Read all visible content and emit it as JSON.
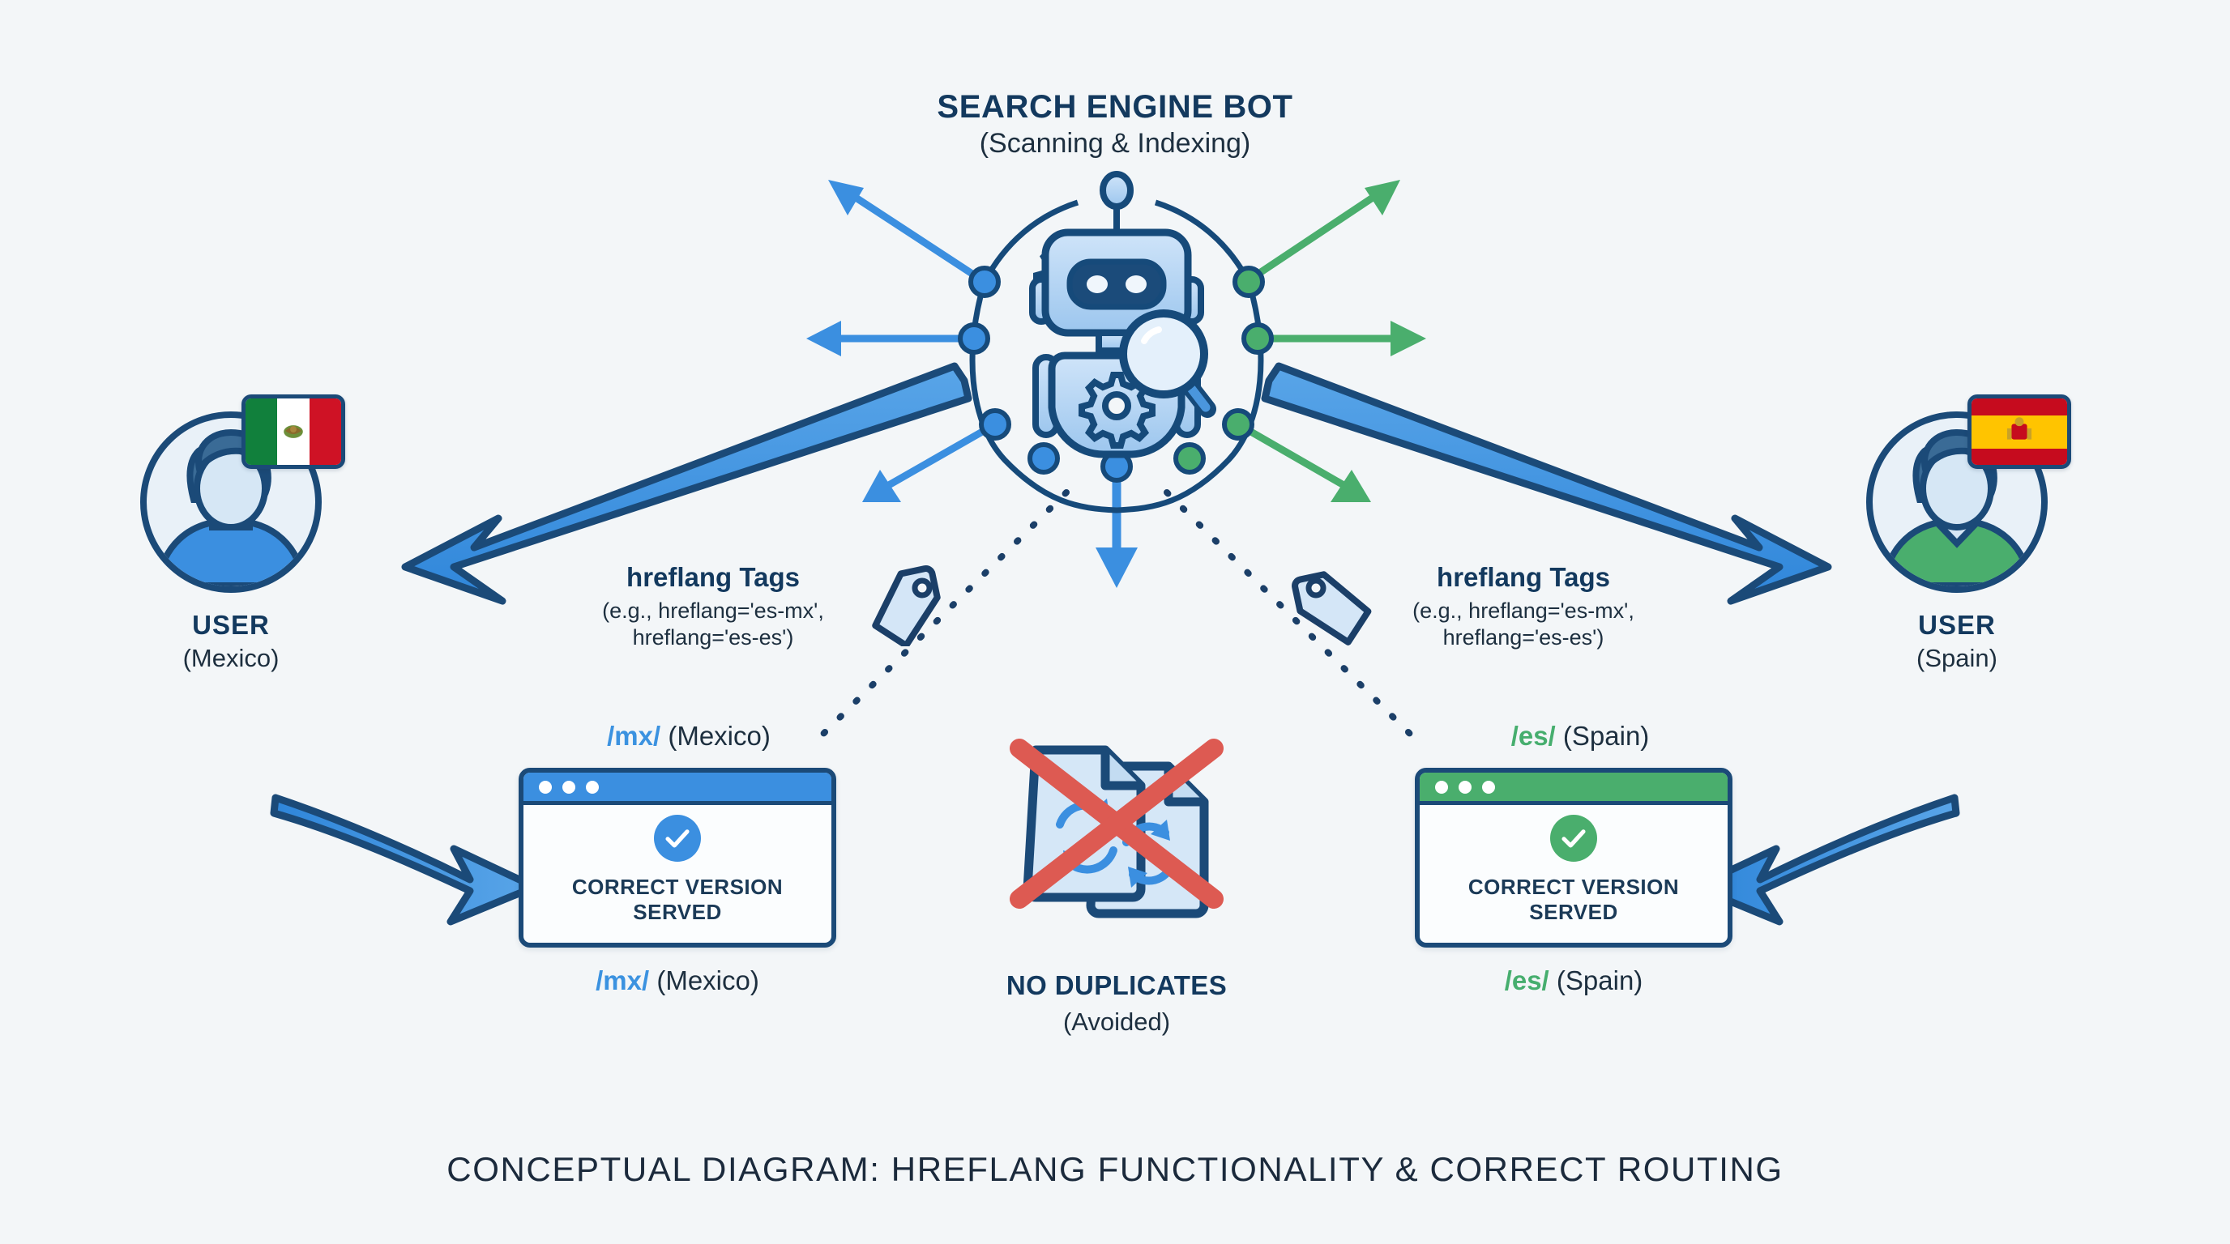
{
  "canvas": {
    "background": "#f3f6f8"
  },
  "palette": {
    "navy": "#13395e",
    "outline": "#1b4a78",
    "blue": "#3b8fe0",
    "blue_light": "#a9cdf0",
    "green": "#4aae6d",
    "red": "#d9534f",
    "text": "#1d2f3f"
  },
  "header": {
    "title": "SEARCH ENGINE BOT",
    "subtitle": "(Scanning & Indexing)",
    "icon": "robot-icon"
  },
  "users": [
    {
      "id": "user-mexico",
      "name": "USER",
      "region": "(Mexico)",
      "flag": "mexico-flag-icon",
      "shirt_color": "#3b8fe0"
    },
    {
      "id": "user-spain",
      "name": "USER",
      "region": "(Spain)",
      "flag": "spain-flag-icon",
      "shirt_color": "#4aae6d"
    }
  ],
  "hreflang_tags": [
    {
      "id": "hreflang-tag-left",
      "title": "hreflang Tags",
      "line1": "(e.g., hreflang='es-mx',",
      "line2": "hreflang='es-es')",
      "icon": "tag-icon"
    },
    {
      "id": "hreflang-tag-right",
      "title": "hreflang Tags",
      "line1": "(e.g., hreflang='es-mx',",
      "line2": "hreflang='es-es')",
      "icon": "tag-icon"
    }
  ],
  "browsers": [
    {
      "id": "browser-mx",
      "slug": "/mx/",
      "region": "(Mexico)",
      "accent": "#3b8fe0",
      "status_line1": "CORRECT VERSION",
      "status_line2": "SERVED",
      "status_icon": "check-circle-icon",
      "top_label_slug": "/mx/",
      "top_label_region": "(Mexico)",
      "bottom_label_slug": "/mx/",
      "bottom_label_region": "(Mexico)"
    },
    {
      "id": "browser-es",
      "slug": "/es/",
      "region": "(Spain)",
      "accent": "#4aae6d",
      "status_line1": "CORRECT VERSION",
      "status_line2": "SERVED",
      "status_icon": "check-circle-icon",
      "top_label_slug": "/es/",
      "top_label_region": "(Spain)",
      "bottom_label_slug": "/es/",
      "bottom_label_region": "(Spain)"
    }
  ],
  "no_duplicates": {
    "title": "NO DUPLICATES",
    "subtitle": "(Avoided)",
    "icon": "duplicate-pages-crossed-out-icon"
  },
  "caption": "CONCEPTUAL DIAGRAM: HREFLANG FUNCTIONALITY & CORRECT ROUTING",
  "arrows": {
    "bot_radial_count": 7,
    "bot_to_user_left": "large-blue-arrow-left",
    "bot_to_user_right": "large-blue-arrow-right",
    "user_to_browser_left": "curved-blue-arrow-right",
    "user_to_browser_right": "curved-blue-arrow-left",
    "dotted_connectors": 2
  }
}
